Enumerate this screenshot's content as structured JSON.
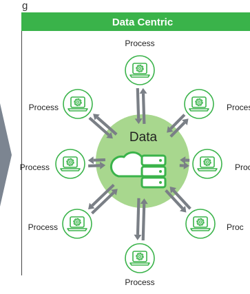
{
  "header": {
    "title": "Data Centric",
    "partial_caption": "g"
  },
  "center": {
    "label": "Data"
  },
  "processes": [
    {
      "label": "Process"
    },
    {
      "label": "Process"
    },
    {
      "label": "Process"
    },
    {
      "label": "Proc"
    },
    {
      "label": "Process"
    },
    {
      "label": "Process"
    },
    {
      "label": "Process"
    },
    {
      "label": "Process"
    }
  ],
  "colors": {
    "green": "#3ab34a",
    "center_fill": "#a8d78e",
    "arrow": "#7a7f86",
    "chevron": "#7c8591",
    "text": "#222222"
  },
  "icons": {
    "node": "laptop-gear-icon",
    "center": [
      "cloud-icon",
      "database-icon"
    ],
    "left_edge": "chevron-right-icon"
  }
}
